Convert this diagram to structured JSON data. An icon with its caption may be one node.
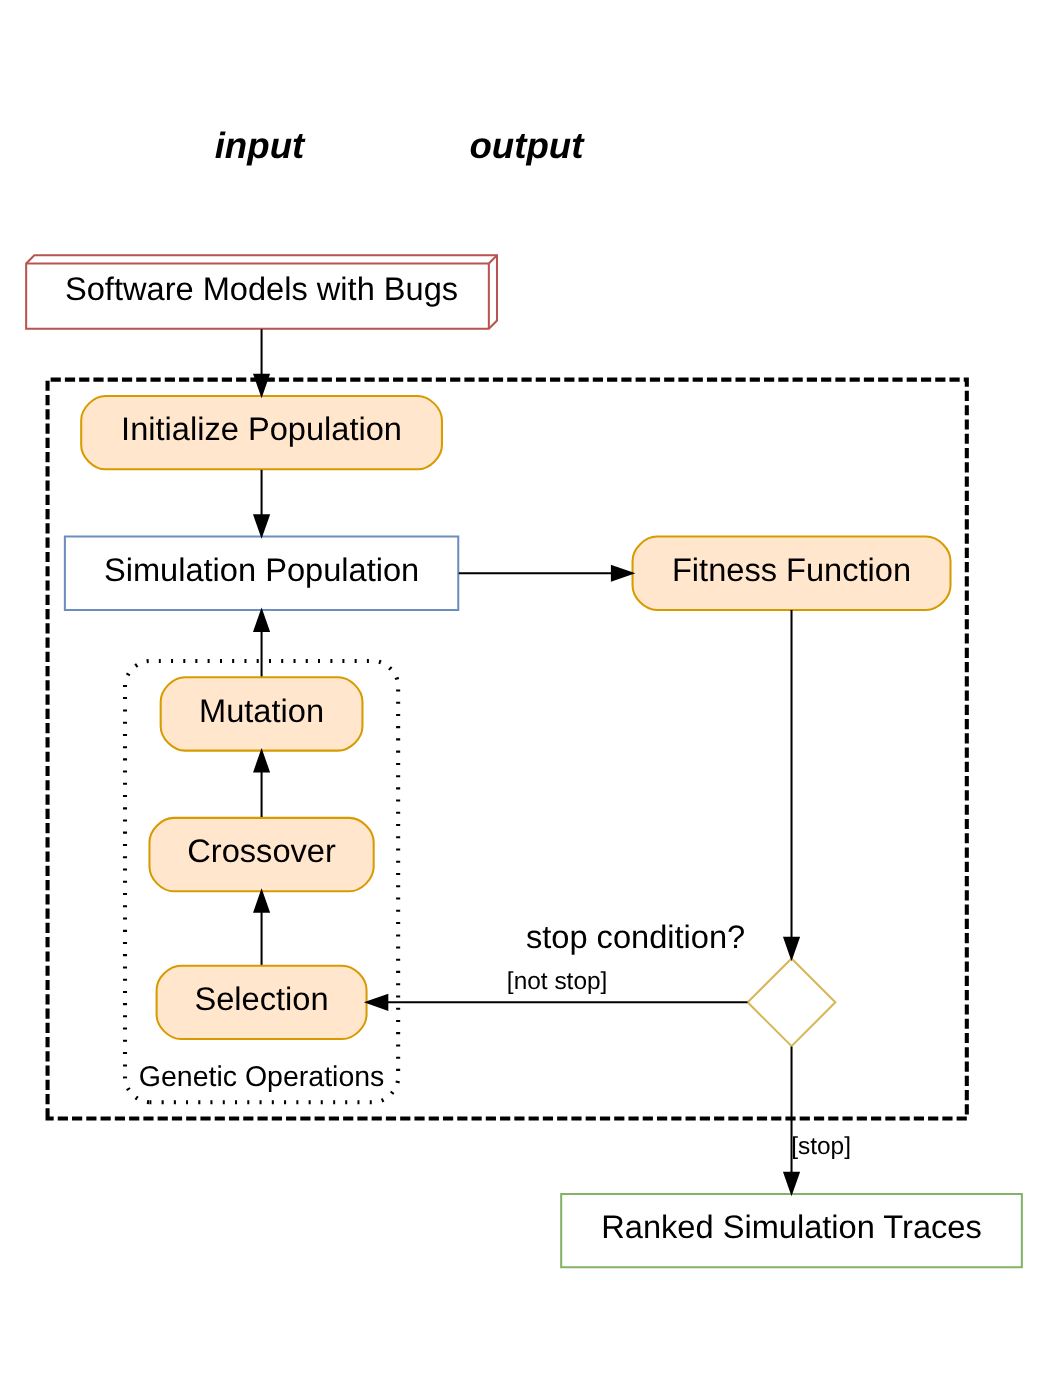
{
  "diagram": {
    "nodes": [
      {
        "text": [
          "Software Models with Bugs"
        ]
      },
      {
        "text": [],
        "shape": "box"
      },
      {
        "text": [
          "Initialize Population"
        ],
        "in": 1
      },
      {
        "text": [
          "Simulation Population"
        ],
        "in": 1
      },
      {
        "text": [
          "Fitness Function"
        ],
        "in": 1
      },
      {
        "text": [
          "Genetic Operations"
        ],
        "in": 1
      },
      {
        "text": [
          "Mutation"
        ],
        "in": 5
      },
      {
        "text": [
          "Crossover"
        ],
        "in": 5
      },
      {
        "text": [
          "Selection"
        ],
        "in": 5
      },
      {
        "text": [],
        "shape": "diamond",
        "in": 1,
        "beside": [
          "stop condition?"
        ]
      },
      {
        "text": [
          "Ranked Simulation Traces"
        ]
      }
    ],
    "edges": [
      {
        "from": 0,
        "to": 2,
        "arrow": "to"
      },
      {
        "from": 2,
        "to": 3,
        "arrow": "to"
      },
      {
        "from": 3,
        "to": 4,
        "arrow": "to"
      },
      {
        "from": 4,
        "to": 9,
        "arrow": "to"
      },
      {
        "from": 9,
        "to": 8,
        "arrow": "to",
        "label": "[not stop]"
      },
      {
        "from": 8,
        "to": 7,
        "arrow": "to"
      },
      {
        "from": 7,
        "to": 6,
        "arrow": "to"
      },
      {
        "from": 6,
        "to": 3,
        "arrow": "to"
      },
      {
        "from": 9,
        "to": 10,
        "arrow": "to",
        "label": "[stop]"
      }
    ],
    "labels": [
      "input",
      "output"
    ]
  }
}
